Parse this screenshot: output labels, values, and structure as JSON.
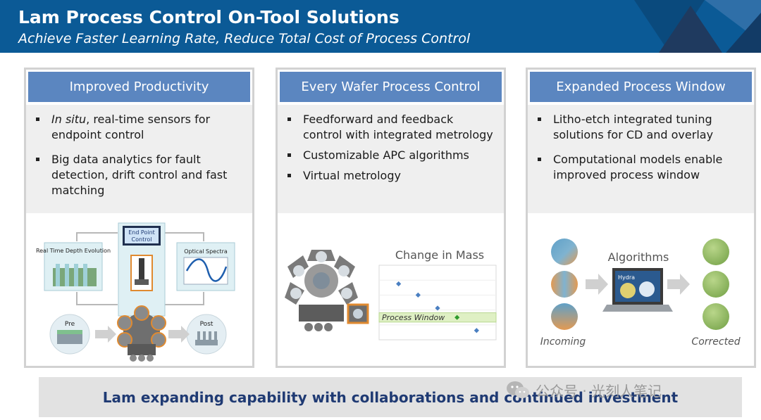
{
  "header": {
    "title": "Lam Process Control On-Tool Solutions",
    "subtitle": "Achieve Faster Learning Rate, Reduce Total Cost of Process Control"
  },
  "columns": [
    {
      "heading": "Improved Productivity",
      "bullets": [
        {
          "emph": "In situ",
          "text": ", real-time sensors for endpoint control"
        },
        {
          "emph": "",
          "text": "Big data analytics for fault detection, drift control and fast matching"
        }
      ],
      "diagram": {
        "end_point_label": "End Point Control",
        "real_time_label": "Real Time Depth Evolution",
        "optical_label": "Optical Spectra",
        "pre_label": "Pre",
        "post_label": "Post"
      }
    },
    {
      "heading": "Every Wafer Process Control",
      "bullets": [
        {
          "emph": "",
          "text": "Feedforward and feedback control with integrated metrology"
        },
        {
          "emph": "",
          "text": "Customizable APC algorithms"
        },
        {
          "emph": "",
          "text": "Virtual metrology"
        }
      ],
      "chart_data": {
        "type": "scatter",
        "title": "Change in Mass",
        "band_label": "Process Window",
        "series": [
          {
            "values": [
              [
                1,
                5.4
              ],
              [
                2,
                4.8
              ],
              [
                3,
                4.1
              ],
              [
                5,
                2.9
              ]
            ],
            "color": "#4a7fc1"
          },
          {
            "values": [
              [
                4,
                3.6
              ]
            ],
            "color": "#2e9b2e"
          }
        ],
        "band": [
          3.35,
          3.85
        ],
        "xlim": [
          0,
          6
        ],
        "ylim": [
          2.4,
          6.4
        ]
      }
    },
    {
      "heading": "Expanded Process Window",
      "bullets": [
        {
          "emph": "",
          "text": "Litho-etch integrated tuning solutions for CD and overlay"
        },
        {
          "emph": "",
          "text": "Computational models enable improved process window"
        }
      ],
      "diagram": {
        "algorithms_label": "Algorithms",
        "hydra_label": "Hydra",
        "incoming_label": "Incoming",
        "corrected_label": "Corrected"
      }
    }
  ],
  "footer": {
    "message": "Lam expanding capability with collaborations and continued investment"
  },
  "watermark": {
    "text": "公众号 · 光刻人笔记"
  },
  "colors": {
    "header_bg": "#0b5a96",
    "column_head": "#5b86c0",
    "footer_text": "#1f3a73"
  }
}
